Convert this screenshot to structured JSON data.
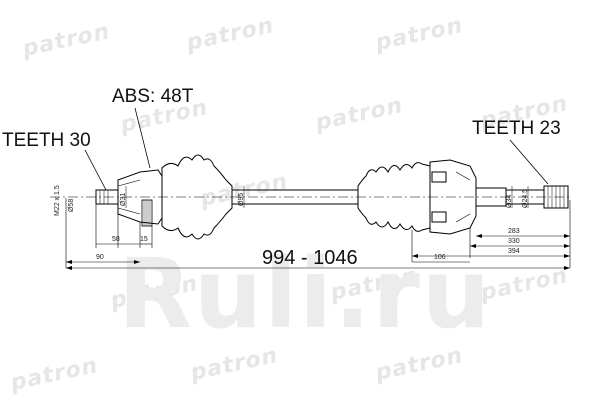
{
  "watermark": {
    "text": "patron",
    "site": "Ruli.ru"
  },
  "labels": {
    "abs": "ABS: 48T",
    "teeth_left": "TEETH 30",
    "teeth_right": "TEETH 23",
    "length_range": "994 - 1046"
  },
  "dimensions": {
    "left_thread": "M22 x 1.5",
    "left_d1": "Ø58",
    "left_shaft_d": "Ø31",
    "boot_d": "Ø95",
    "left_l1": "58",
    "left_l2": "15",
    "left_overall": "90",
    "right_d1": "Ø34",
    "right_d2": "Ø24.5",
    "right_l1": "283",
    "right_l2": "330",
    "right_l3": "394",
    "right_l4": "106"
  },
  "colors": {
    "line": "#000000",
    "watermark": "#e6e6e6"
  }
}
